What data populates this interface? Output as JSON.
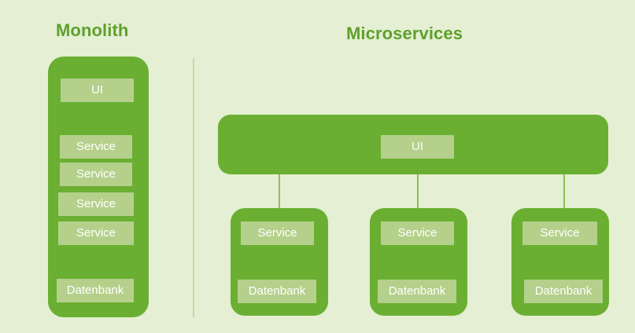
{
  "colors": {
    "background": "#e4efd3",
    "block_green": "#6aaf32",
    "chip_green": "#b5d08b",
    "title_green": "#5fa02c",
    "divider": "#c3dda2",
    "connector": "#8fc057",
    "chip_text": "#ffffff"
  },
  "monolith": {
    "title": "Monolith",
    "ui_label": "UI",
    "services": [
      {
        "label": "Service"
      },
      {
        "label": "Service"
      },
      {
        "label": "Service"
      },
      {
        "label": "Service"
      }
    ],
    "database_label": "Datenbank"
  },
  "microservices": {
    "title": "Microservices",
    "ui_label": "UI",
    "nodes": [
      {
        "service_label": "Service",
        "database_label": "Datenbank"
      },
      {
        "service_label": "Service",
        "database_label": "Datenbank"
      },
      {
        "service_label": "Service",
        "database_label": "Datenbank"
      }
    ]
  }
}
